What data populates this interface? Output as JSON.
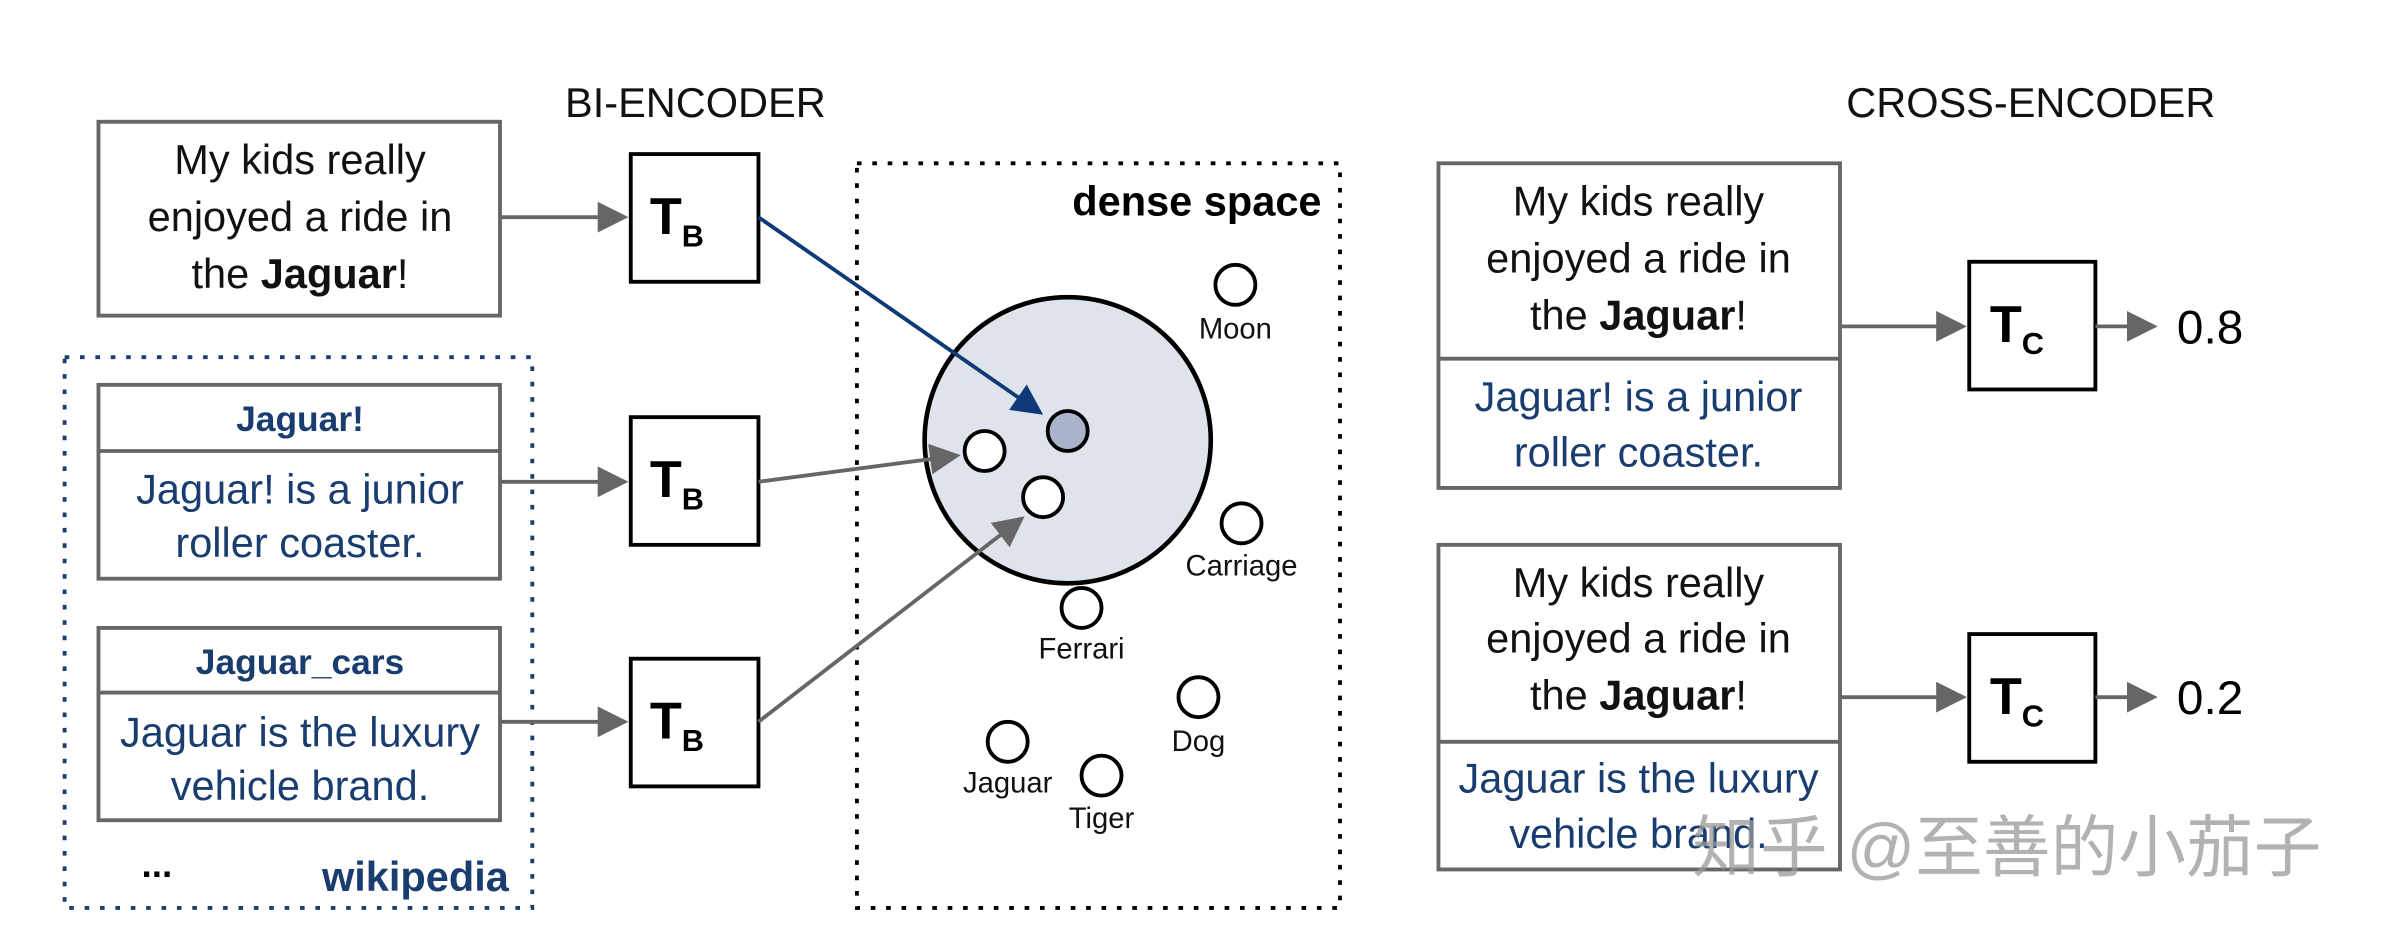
{
  "bi_encoder": {
    "title": "BI-ENCODER",
    "query": {
      "line1": "My kids really",
      "line2": "enjoyed a ride in",
      "line3_prefix": "the ",
      "line3_bold": "Jaguar",
      "line3_suffix": "!"
    },
    "docs": [
      {
        "title": "Jaguar!",
        "line1": "Jaguar! is a junior",
        "line2": "roller coaster."
      },
      {
        "title": "Jaguar_cars",
        "line1": "Jaguar is the luxury",
        "line2": "vehicle brand."
      }
    ],
    "ellipsis": "...",
    "corpus_label": "wikipedia",
    "encoder": {
      "symbol": "T",
      "subscript": "B"
    },
    "dense_space": {
      "title": "dense space",
      "points": [
        "Moon",
        "Carriage",
        "Ferrari",
        "Dog",
        "Jaguar",
        "Tiger"
      ]
    }
  },
  "cross_encoder": {
    "title": "CROSS-ENCODER",
    "encoder": {
      "symbol": "T",
      "subscript": "C"
    },
    "pairs": [
      {
        "q_line1": "My kids really",
        "q_line2": "enjoyed a ride in",
        "q_line3_prefix": "the ",
        "q_line3_bold": "Jaguar",
        "q_line3_suffix": "!",
        "d_line1": "Jaguar! is a junior",
        "d_line2": "roller coaster.",
        "score": "0.8"
      },
      {
        "q_line1": "My kids really",
        "q_line2": "enjoyed a ride in",
        "q_line3_prefix": "the ",
        "q_line3_bold": "Jaguar",
        "q_line3_suffix": "!",
        "d_line1": "Jaguar is the luxury",
        "d_line2": "vehicle brand.",
        "score": "0.2"
      }
    ]
  },
  "watermark": "知乎 @至善的小茄子",
  "colors": {
    "text_blue": "#1a3d70",
    "query_arrow": "#0f3a78",
    "cluster_fill": "#dfe3ec",
    "query_point": "#a9b4cc",
    "arrow_gray": "#666666"
  }
}
